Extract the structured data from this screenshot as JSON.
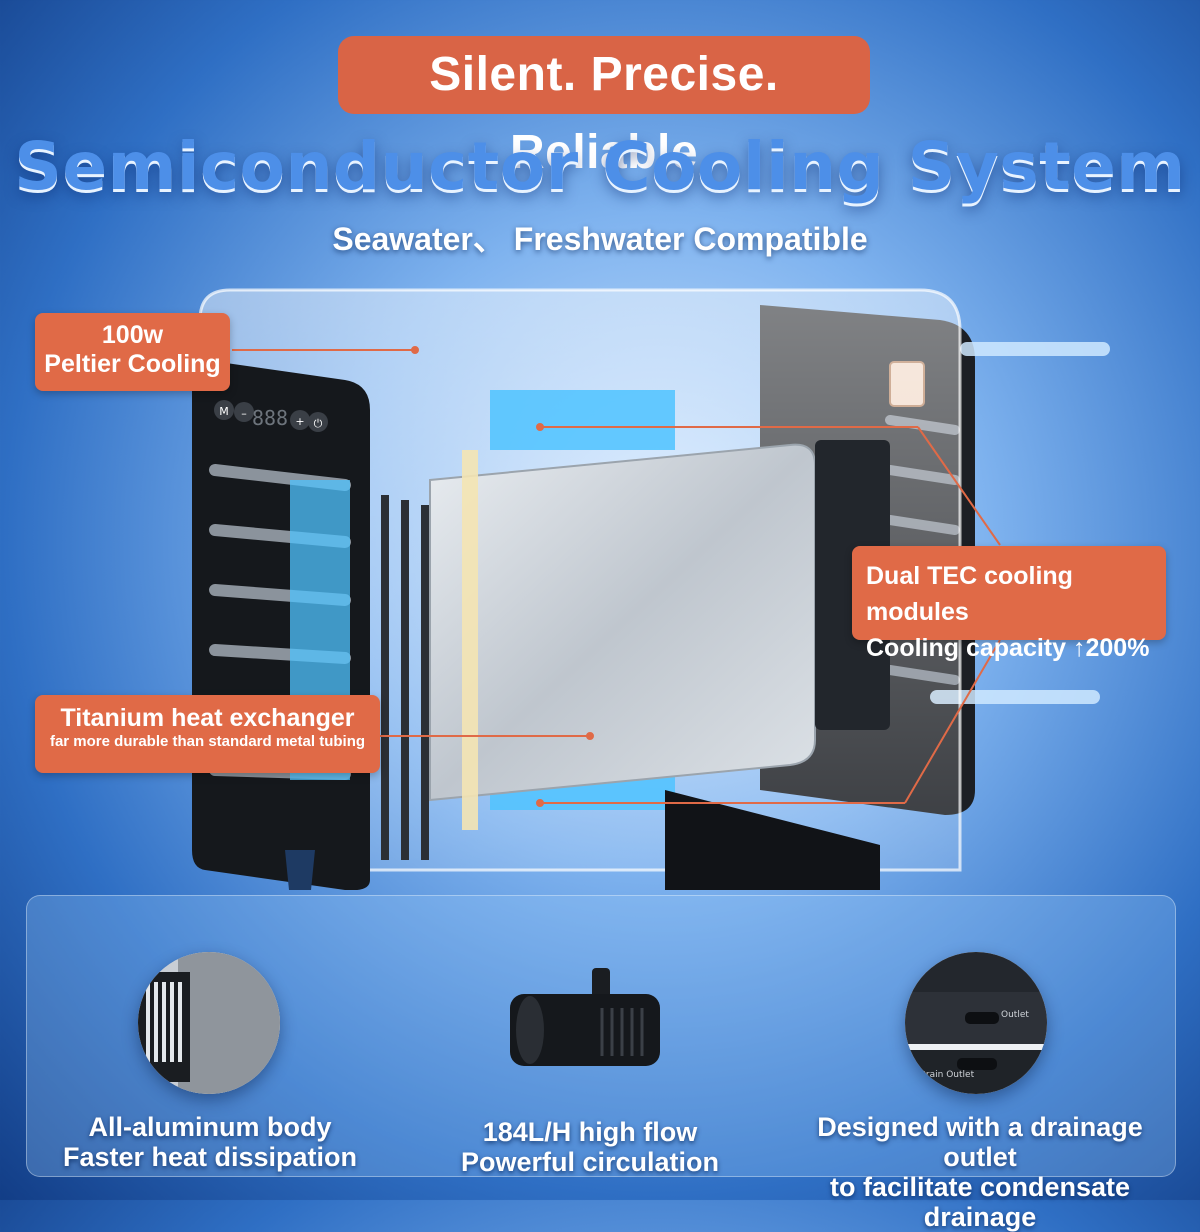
{
  "header": {
    "tagline": "Silent. Precise. Reliable",
    "title": "Semiconductor Cooling System",
    "subtitle": "Seawater、 Freshwater Compatible"
  },
  "device": {
    "display_readout": "888",
    "buttons": [
      "M",
      "–",
      "+",
      "⏻"
    ]
  },
  "callouts": {
    "peltier": {
      "line1": "100w",
      "line2": "Peltier Cooling"
    },
    "tec": {
      "line1": "Dual TEC cooling modules",
      "line2": "Cooling capacity ↑200%"
    },
    "titanium": {
      "line1": "Titanium heat exchanger",
      "line2": "far more durable than standard metal tubing"
    }
  },
  "features": [
    {
      "line1": "All-aluminum body",
      "line2": "Faster heat dissipation"
    },
    {
      "line1": "184L/H high flow",
      "line2": "Powerful circulation"
    },
    {
      "line1": "Designed with a drainage outlet",
      "line2": "to facilitate condensate drainage"
    }
  ],
  "outlet_labels": {
    "outlet": "Outlet",
    "drain": "Drain Outlet"
  },
  "colors": {
    "accent": "#e06a47",
    "title_blue": "#4d8fe8",
    "glow": "#4fc3ff"
  }
}
